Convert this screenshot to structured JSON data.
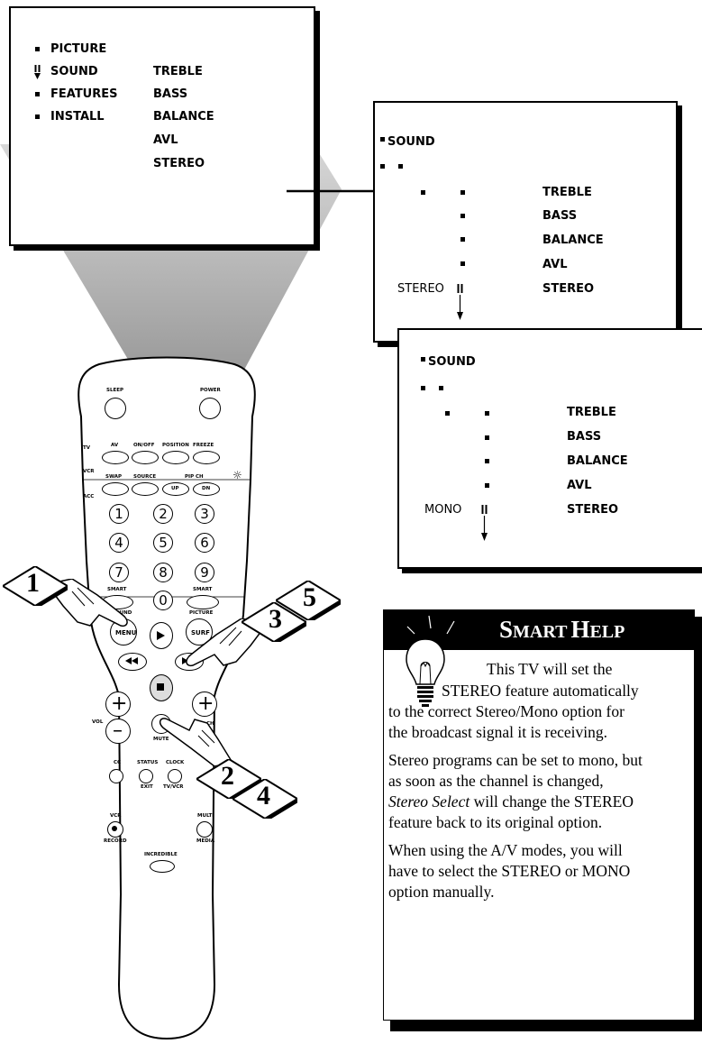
{
  "menu_main": {
    "items": [
      "PICTURE",
      "SOUND",
      "FEATURES",
      "INSTALL"
    ],
    "sub_items": [
      "TREBLE",
      "BASS",
      "BALANCE",
      "AVL",
      "STEREO"
    ]
  },
  "sound_stereo": {
    "title": "SOUND",
    "items": [
      "TREBLE",
      "BASS",
      "BALANCE",
      "AVL",
      "STEREO"
    ],
    "value": "STEREO"
  },
  "sound_mono": {
    "title": "SOUND",
    "items": [
      "TREBLE",
      "BASS",
      "BALANCE",
      "AVL",
      "STEREO"
    ],
    "value": "MONO"
  },
  "smart_help": {
    "title_big1": "S",
    "title_small1": "MART",
    "title_big2": "H",
    "title_small2": "ELP",
    "p1": [
      "This TV will set the",
      "STEREO feature automatically",
      "to the correct Stereo/Mono option for",
      "the broadcast signal it is receiving."
    ],
    "p2_lines": [
      "Stereo programs can be set to mono, but",
      "as soon as the channel is changed,"
    ],
    "p2_italic": "Stereo Select",
    "p2_after_italic": " will change the STEREO",
    "p2_last": "feature back to its original option.",
    "p3": [
      "When using the A/V modes, you will",
      "have to select the STEREO or MONO",
      "option manually."
    ]
  },
  "remote": {
    "labels": {
      "sleep": "SLEEP",
      "power": "POWER",
      "tv": "TV",
      "vcr": "VCR",
      "acc": "ACC",
      "av": "AV",
      "on_off": "ON/OFF",
      "position": "POSITION",
      "freeze": "FREEZE",
      "swap": "SWAP",
      "source": "SOURCE",
      "pip_ch": "PIP CH",
      "up": "UP",
      "dn": "DN",
      "smart_l": "SMART",
      "smart_r": "SMART",
      "sound": "SOUND",
      "picture": "PICTURE",
      "menu": "MENU",
      "surf": "SURF",
      "vol": "VOL",
      "ch": "CH",
      "mute": "MUTE",
      "cc": "CC",
      "status": "STATUS",
      "exit": "EXIT",
      "clock": "CLOCK",
      "tv_vcr": "TV/VCR",
      "vcr_rec": "VCR",
      "record": "RECORD",
      "multi": "MULTI",
      "media": "MEDIA",
      "incredible": "INCREDIBLE"
    },
    "numbers": [
      "1",
      "2",
      "3",
      "4",
      "5",
      "6",
      "7",
      "8",
      "9",
      "0"
    ]
  },
  "steps": [
    "1",
    "2",
    "3",
    "4",
    "5"
  ]
}
